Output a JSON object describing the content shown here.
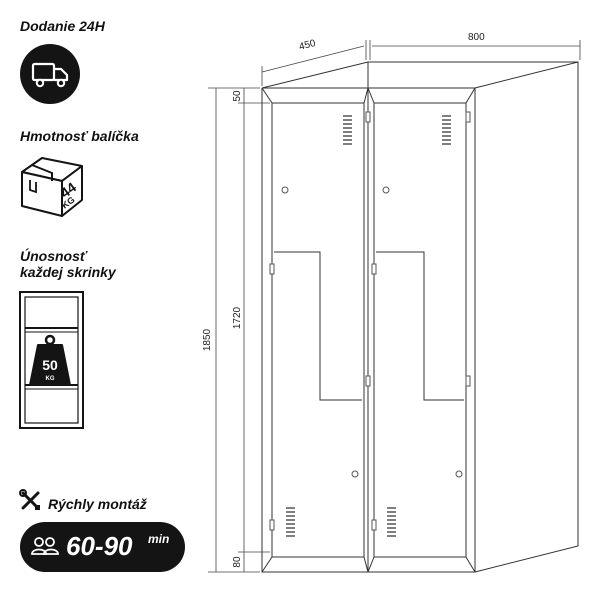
{
  "sidebar": {
    "delivery_label": "Dodanie 24H",
    "weight_label": "Hmotnosť balíčka",
    "weight_value": "44",
    "weight_unit": "KG",
    "capacity_label_line1": "Únosnosť",
    "capacity_label_line2": "každej skrinky",
    "capacity_value": "50",
    "capacity_unit": "KG",
    "assembly_label": "Rýchly montáž",
    "assembly_time": "60-90",
    "assembly_unit": "min"
  },
  "dimensions": {
    "depth": "450",
    "width": "800",
    "total_height": "1850",
    "body_height": "1720",
    "top_offset": "50",
    "base_height": "80"
  },
  "icons": {
    "delivery": "truck-icon",
    "weight": "box-icon",
    "capacity": "shelf-weight-icon",
    "assembly": "tools-icon",
    "people": "people-icon"
  },
  "colors": {
    "dark": "#141414",
    "line": "#333333"
  }
}
